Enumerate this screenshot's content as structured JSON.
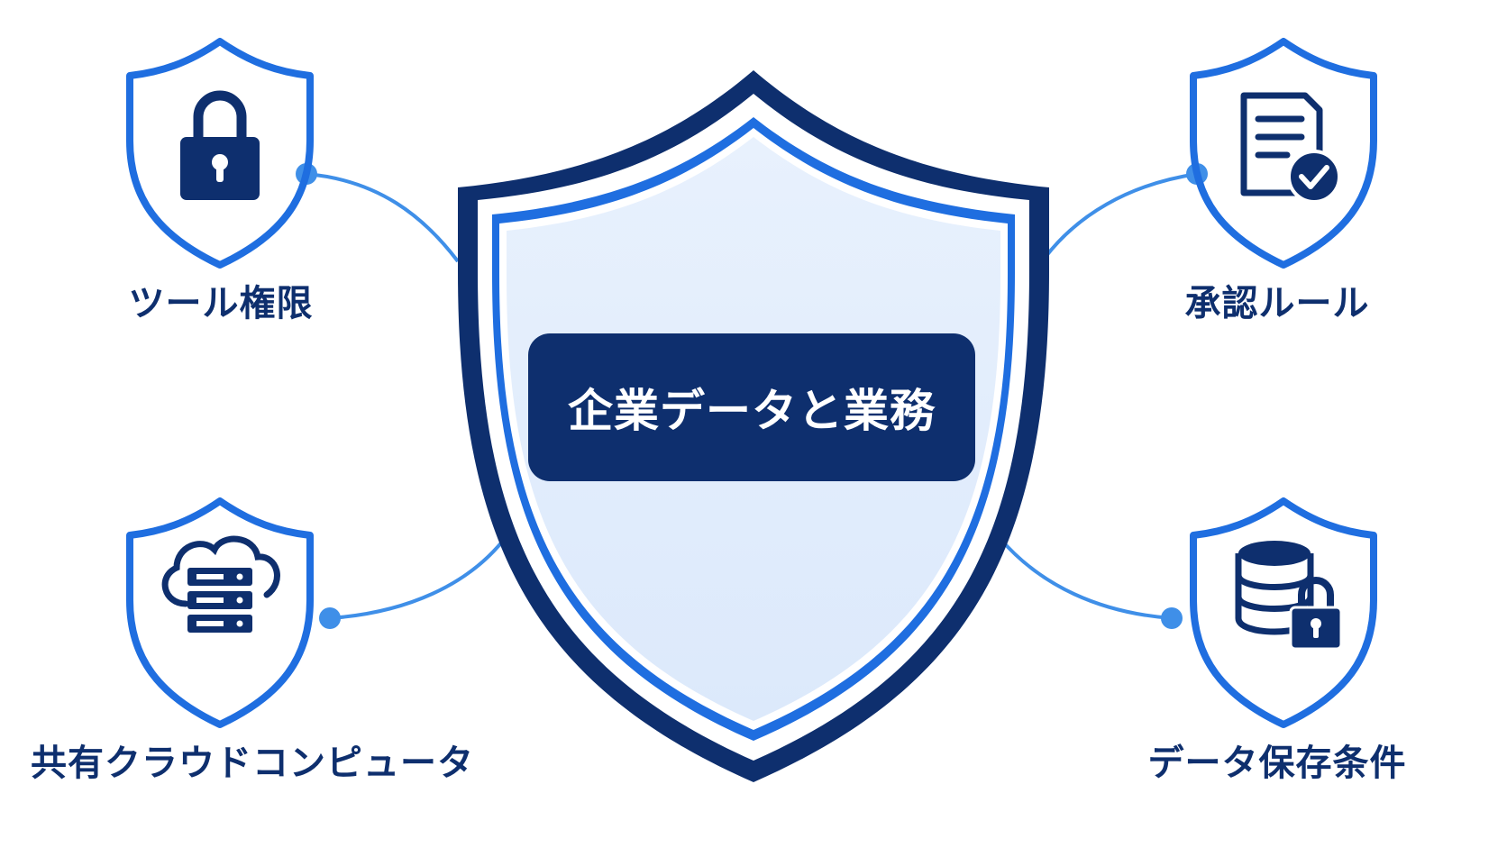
{
  "center": {
    "title": "企業データと業務"
  },
  "nodes": {
    "top_left": {
      "label": "ツール権限",
      "icon": "lock-icon"
    },
    "top_right": {
      "label": "承認ルール",
      "icon": "approved-document-icon"
    },
    "bottom_left": {
      "label": "共有クラウドコンピュータ",
      "icon": "cloud-server-icon"
    },
    "bottom_right": {
      "label": "データ保存条件",
      "icon": "locked-database-icon"
    }
  },
  "colors": {
    "navy": "#0e2f6e",
    "blue": "#1f6ee0",
    "connector": "#3f8fe8",
    "shield_fill": "#e2eefc"
  }
}
